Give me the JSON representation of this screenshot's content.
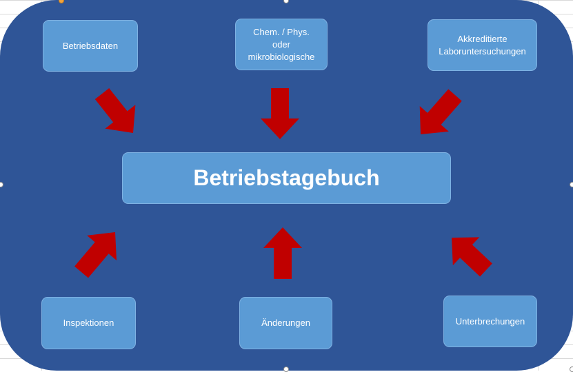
{
  "diagram": {
    "center": {
      "label": "Betriebstagebuch"
    },
    "inputs": [
      {
        "id": "betriebsdaten",
        "label": "Betriebsdaten"
      },
      {
        "id": "chem-phys",
        "label": "Chem. / Phys.\noder\nmikrobiologische"
      },
      {
        "id": "akkreditierte",
        "label": "Akkreditierte\nLaboruntersuchungen"
      },
      {
        "id": "inspektionen",
        "label": "Inspektionen"
      },
      {
        "id": "aenderungen",
        "label": "Änderungen"
      },
      {
        "id": "unterbrechungen",
        "label": "Unterbrechungen"
      }
    ]
  },
  "colors": {
    "panel": "#2f5597",
    "box": "#5b9bd5",
    "arrow": "#c00000",
    "text": "#ffffff"
  }
}
